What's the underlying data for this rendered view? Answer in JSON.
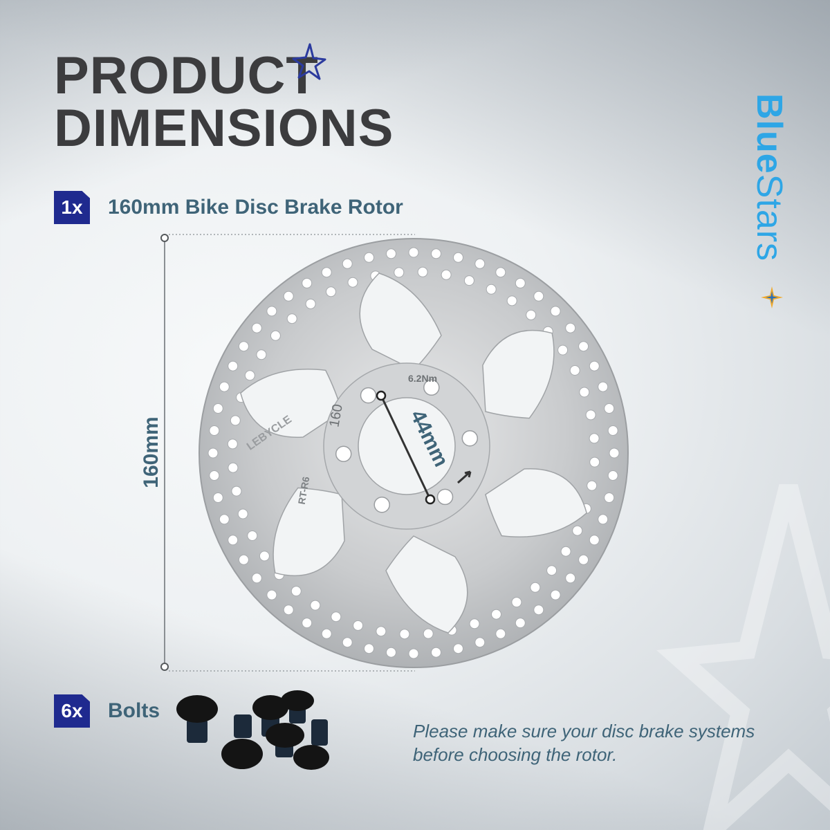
{
  "page": {
    "headline_line1": "PRODUCT",
    "headline_line2": "DIMENSIONS"
  },
  "brand": {
    "part1": "Blue",
    "part2": "Stars",
    "color": "#2ea6e6"
  },
  "items": [
    {
      "qty": "1x",
      "label": "160mm Bike Disc Brake Rotor"
    },
    {
      "qty": "6x",
      "label": "Bolts"
    }
  ],
  "dimensions": {
    "height_label": "160mm",
    "bolt_spacing_label": "44mm"
  },
  "rotor_markings": {
    "size": "160",
    "torque": "6.2Nm",
    "brand": "LEBYCLE",
    "model": "RT-R6"
  },
  "note": "Please make sure your disc brake systems before choosing the rotor.",
  "colors": {
    "badge": "#1f2a8f",
    "label_text": "#3f6478",
    "headline_text": "#3c3c3e",
    "accent_star": "#2b3a9e"
  },
  "icons": [
    "headline-star-icon",
    "brand-spark-icon",
    "background-star-icon"
  ]
}
